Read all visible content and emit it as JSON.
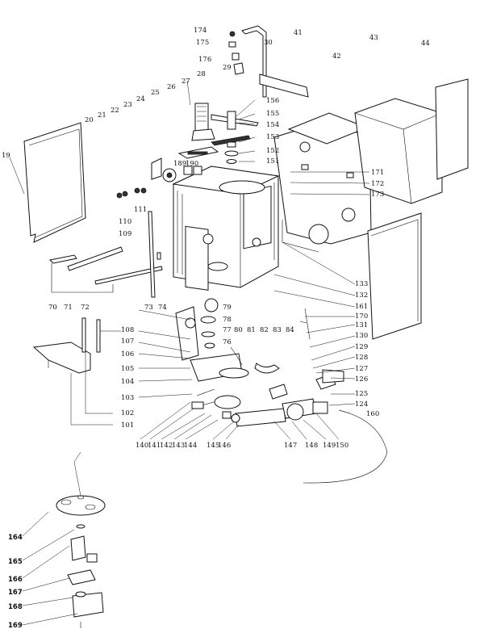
{
  "labels": [
    "174",
    "175",
    "176",
    "29",
    "30",
    "41",
    "42",
    "43",
    "44",
    "28",
    "27",
    "26",
    "25",
    "24",
    "23",
    "22",
    "21",
    "20",
    "19",
    "156",
    "155",
    "154",
    "153",
    "152",
    "151",
    "190",
    "189",
    "171",
    "172",
    "173",
    "111",
    "110",
    "109",
    "70",
    "71",
    "72",
    "73",
    "74",
    "79",
    "78",
    "77",
    "80",
    "81",
    "82",
    "83",
    "84",
    "76",
    "108",
    "107",
    "106",
    "105",
    "104",
    "103",
    "102",
    "101",
    "133",
    "132",
    "161",
    "170",
    "131",
    "130",
    "129",
    "128",
    "127",
    "126",
    "125",
    "124",
    "160",
    "140",
    "141",
    "142",
    "143",
    "144",
    "145",
    "146",
    "147",
    "148",
    "149",
    "150",
    "164",
    "165",
    "166",
    "167",
    "168",
    "169"
  ]
}
